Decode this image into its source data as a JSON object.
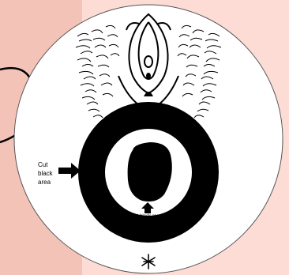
{
  "labels": {
    "side_label_line1": "Cut",
    "side_label_line2": "black",
    "side_label_line3": "area",
    "bottom_label": "Cut black area"
  },
  "colors": {
    "background_left": "#f4c3b8",
    "background_right": "#fcdcd4",
    "circle_fill": "#ffffff",
    "ink": "#000000"
  },
  "icons": {
    "marker": "asterisk-flower-icon"
  }
}
